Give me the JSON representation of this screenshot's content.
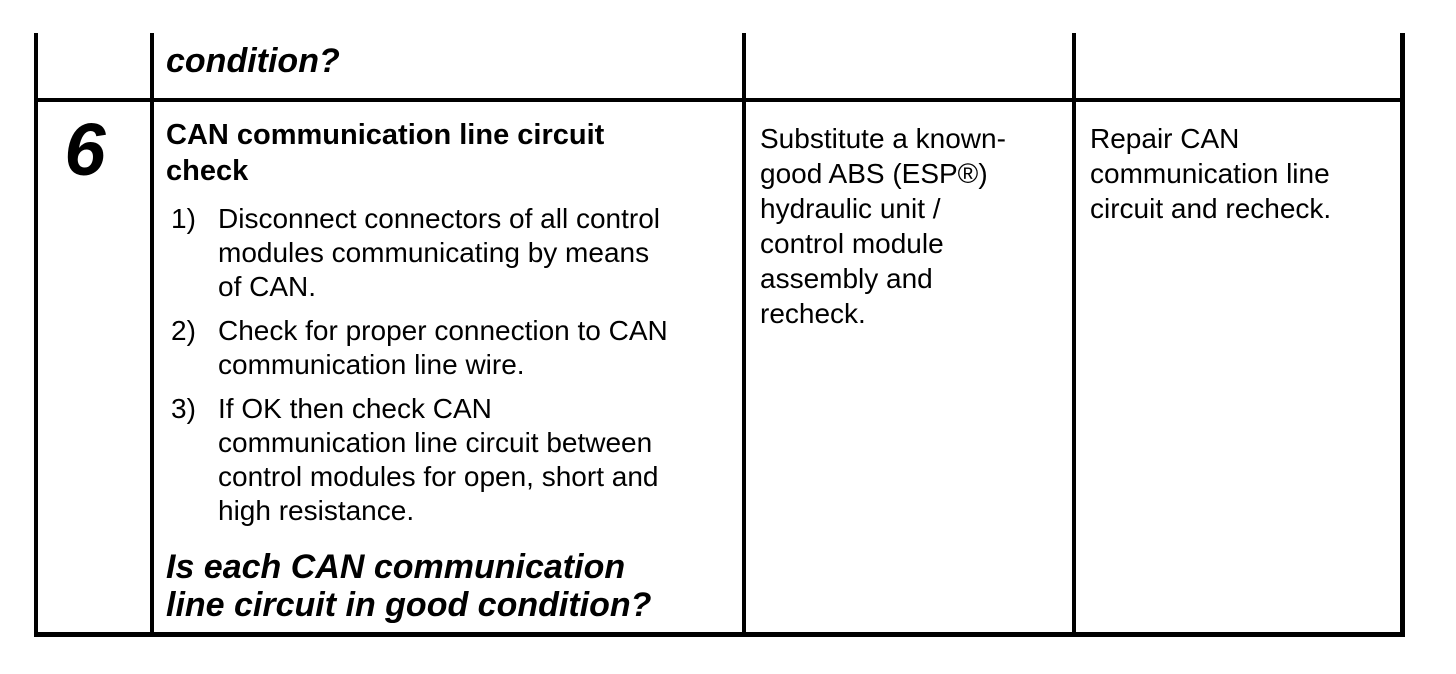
{
  "table": {
    "prev_row_tail": {
      "question_fragment": "condition?"
    },
    "row": {
      "step_number": "6",
      "procedure": {
        "title": "CAN communication line circuit\ncheck",
        "steps": [
          {
            "num": "1)",
            "text": "Disconnect connectors of all control\nmodules communicating by means\nof CAN."
          },
          {
            "num": "2)",
            "text": "Check for proper connection to CAN\ncommunication line wire."
          },
          {
            "num": "3)",
            "text": "If OK then check CAN\ncommunication line circuit between\ncontrol modules for open, short and\nhigh resistance."
          }
        ],
        "question": "Is each CAN communication\nline circuit in good condition?"
      },
      "yes_action": "Substitute a known-\ngood ABS (ESP®)\nhydraulic unit /\ncontrol module\nassembly and\nrecheck.",
      "no_action": "Repair CAN\ncommunication line\ncircuit and recheck."
    },
    "colors": {
      "border": "#000000",
      "text": "#000000",
      "background": "#ffffff"
    }
  }
}
